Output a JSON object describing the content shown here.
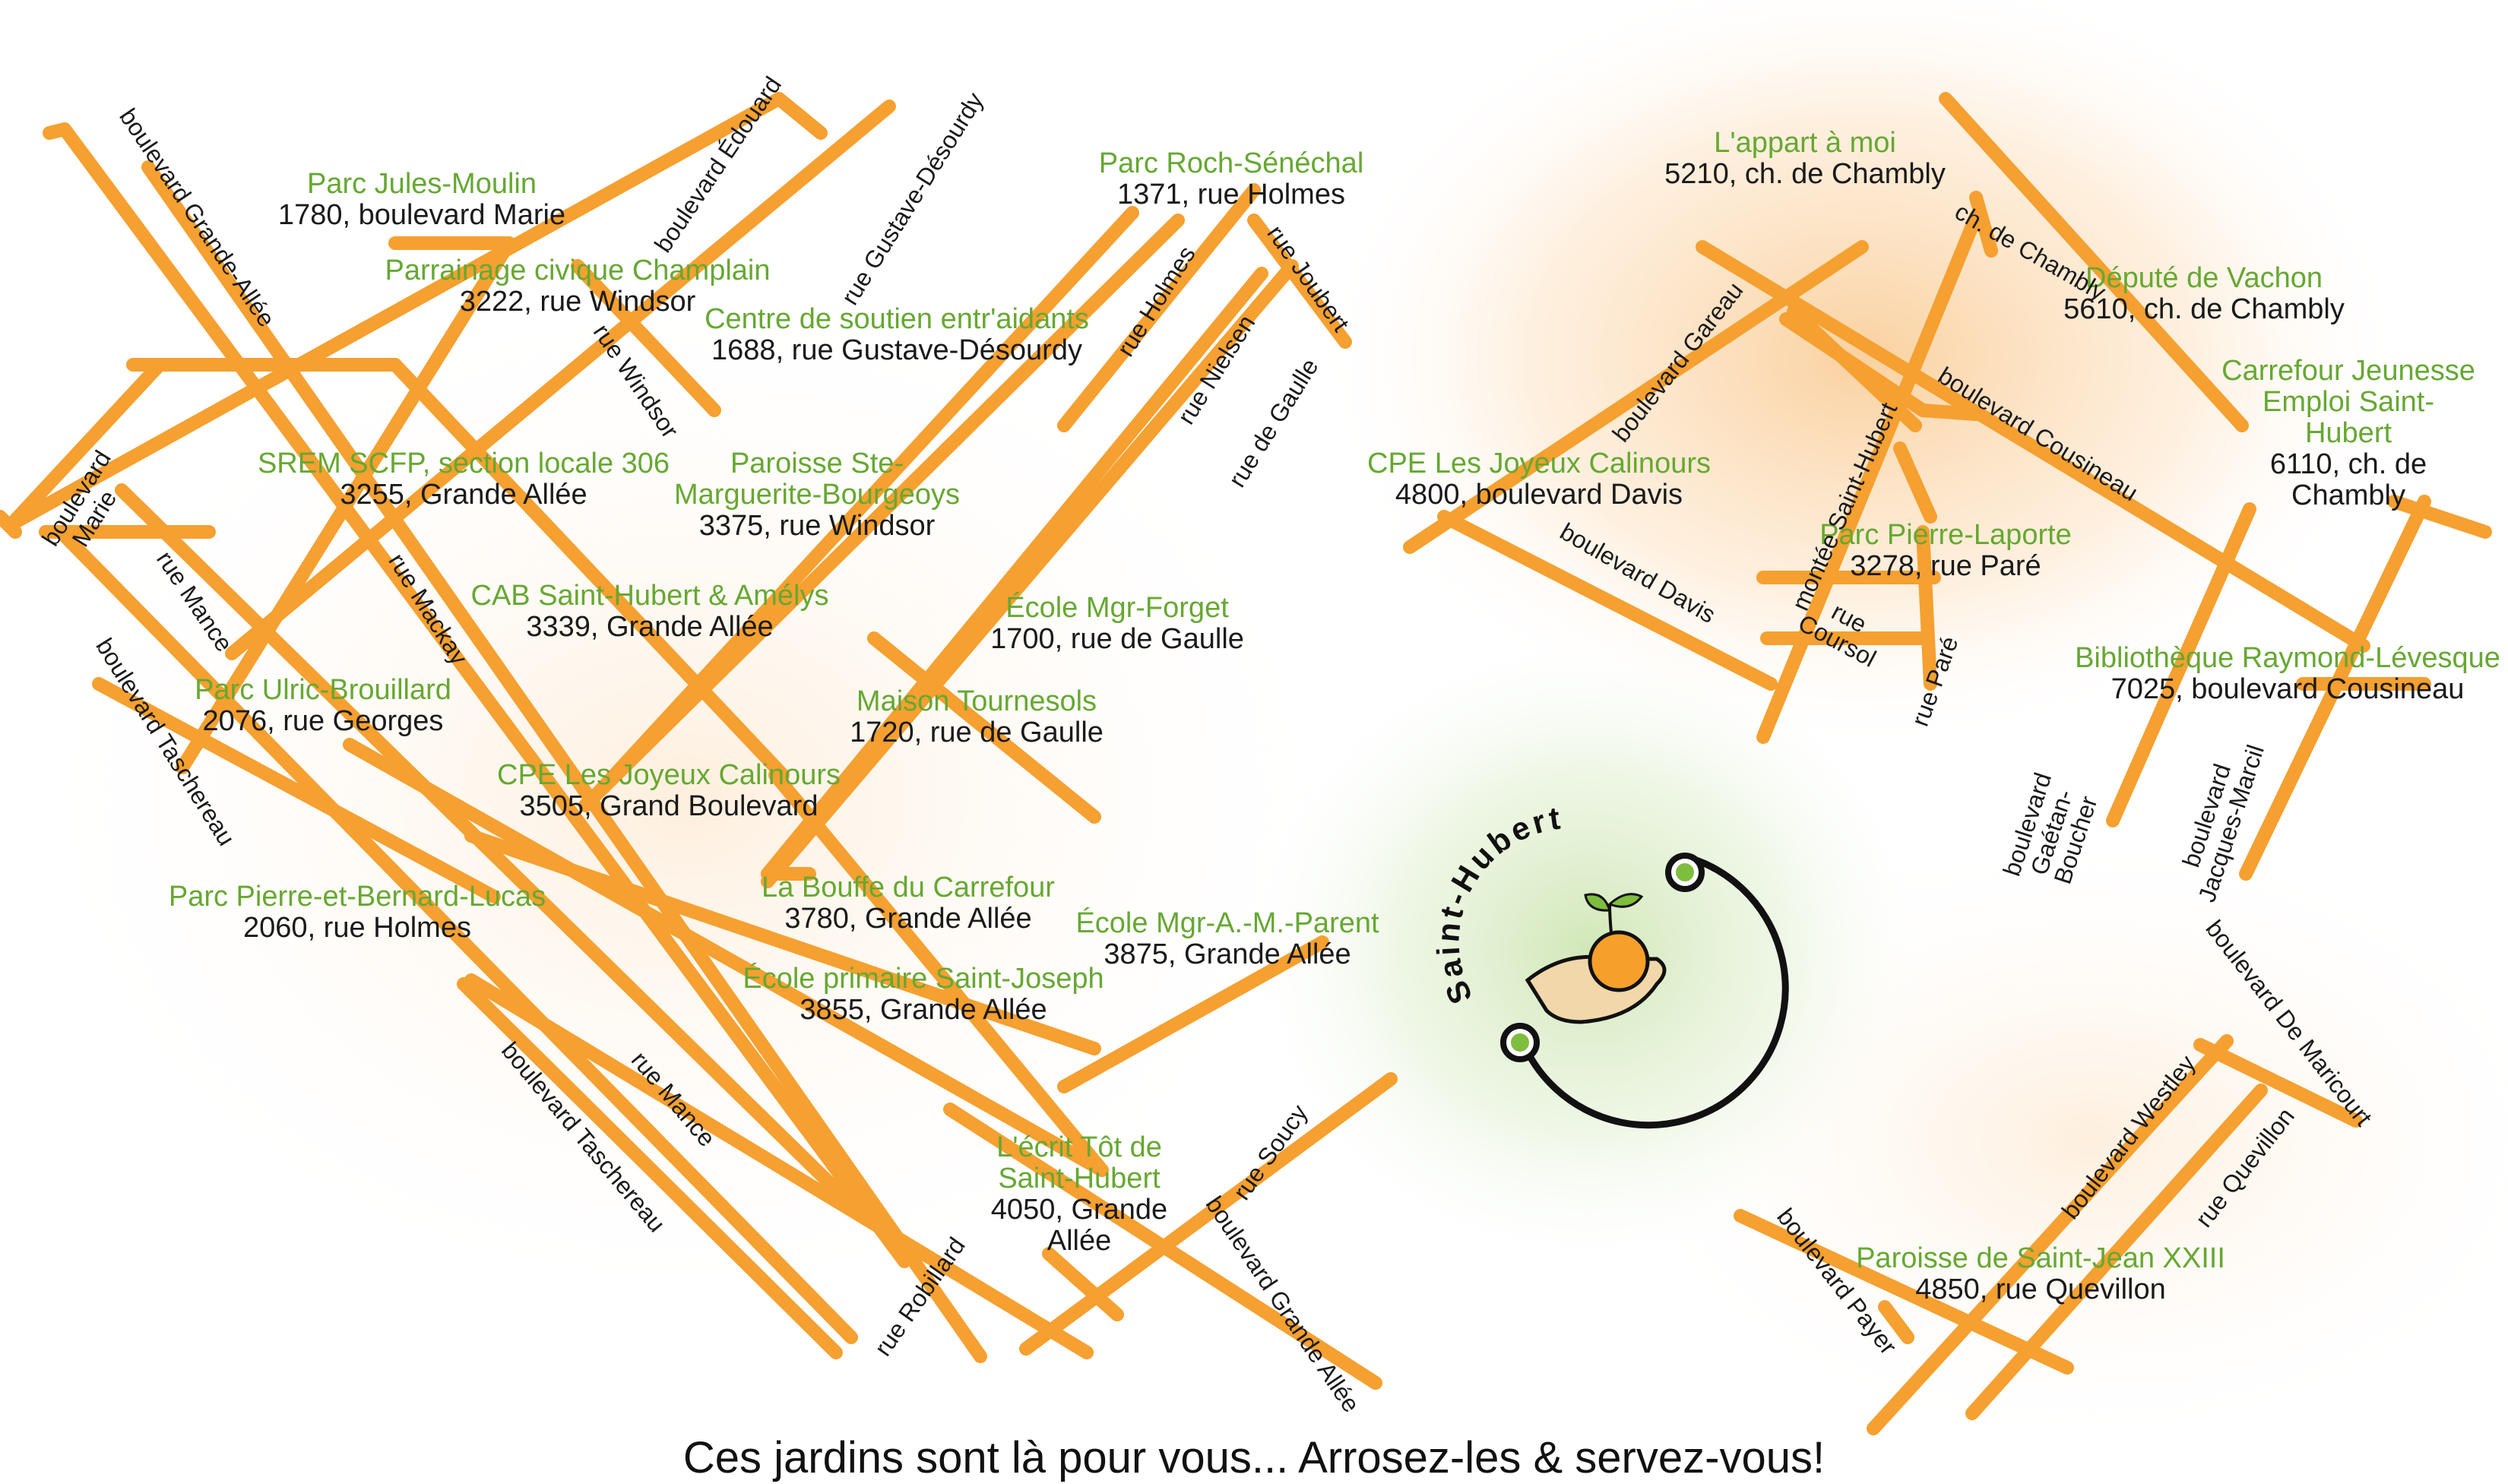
{
  "colors": {
    "road": "#f5a030",
    "place_name": "#66a832",
    "text": "#1a1a1a",
    "glow_orange": "#fbd7ab",
    "glow_green": "#d9ebc2",
    "logo_ring": "#111111",
    "logo_accent": "#7fbd3f"
  },
  "logo": {
    "text": "Saint-Hubert",
    "icon": "seedling-in-hand-icon"
  },
  "tagline": "Ces jardins sont là pour vous... Arrosez-les & servez-vous!",
  "places": [
    {
      "name": "Parc Jules-Moulin",
      "address": "1780, boulevard Marie"
    },
    {
      "name": "Parrainage civique Champlain",
      "address": "3222, rue Windsor"
    },
    {
      "name": "Centre de soutien entr'aidants",
      "address": "1688, rue Gustave-Désourdy"
    },
    {
      "name": "Parc Roch-Sénéchal",
      "address": "1371, rue Holmes"
    },
    {
      "name": "SREM SCFP, section locale 306",
      "address": "3255, Grande Allée"
    },
    {
      "name": "Paroisse Ste-Marguerite-Bourgeoys",
      "address": "3375, rue Windsor"
    },
    {
      "name": "CAB Saint-Hubert & Amélys",
      "address": "3339, Grande Allée"
    },
    {
      "name": "École Mgr-Forget",
      "address": "1700, rue de Gaulle"
    },
    {
      "name": "Parc Ulric-Brouillard",
      "address": "2076, rue Georges"
    },
    {
      "name": "Maison Tournesols",
      "address": "1720, rue de Gaulle"
    },
    {
      "name": "CPE Les Joyeux Calinours",
      "address": "3505, Grand Boulevard"
    },
    {
      "name": "La Bouffe du Carrefour",
      "address": "3780, Grande Allée"
    },
    {
      "name": "Parc Pierre-et-Bernard-Lucas",
      "address": "2060, rue Holmes"
    },
    {
      "name": "École Mgr-A.-M.-Parent",
      "address": "3875, Grande Allée"
    },
    {
      "name": "École primaire Saint-Joseph",
      "address": "3855, Grande Allée"
    },
    {
      "name": "L'écrit Tôt de Saint-Hubert",
      "address": "4050, Grande Allée"
    },
    {
      "name": "L'appart à moi",
      "address": "5210, ch. de Chambly"
    },
    {
      "name": "Député de Vachon",
      "address": "5610, ch. de Chambly"
    },
    {
      "name": "Carrefour Jeunesse Emploi Saint-Hubert",
      "address": "6110, ch. de Chambly"
    },
    {
      "name": "CPE Les Joyeux Calinours",
      "address": "4800, boulevard Davis"
    },
    {
      "name": "Parc Pierre-Laporte",
      "address": "3278, rue Paré"
    },
    {
      "name": "Bibliothèque Raymond-Lévesque",
      "address": "7025, boulevard Cousineau"
    },
    {
      "name": "Paroisse de Saint-Jean XXIII",
      "address": "4850, rue Quevillon"
    }
  ],
  "streets": [
    "boulevard Grande-Allée",
    "boulevard Édouard",
    "rue Gustave-Désourdy",
    "rue Windsor",
    "rue Joubert",
    "rue Holmes",
    "rue Nielsen",
    "rue de Gaulle",
    "boulevard Marie",
    "rue Mance",
    "rue Mackay",
    "boulevard Taschereau",
    "boulevard Taschereau",
    "rue Mance",
    "rue Robillard",
    "rue Soucy",
    "boulevard Grande Allée",
    "ch. de Chambly",
    "boulevard Gareau",
    "boulevard Cousineau",
    "montée Saint-Hubert",
    "boulevard Davis",
    "rue Coursol",
    "rue Paré",
    "boulevard Gaétan-Boucher",
    "boulevard Jacques-Marcil",
    "boulevard De Maricourt",
    "boulevard Westley",
    "rue Quevillon",
    "boulevard Payer"
  ]
}
